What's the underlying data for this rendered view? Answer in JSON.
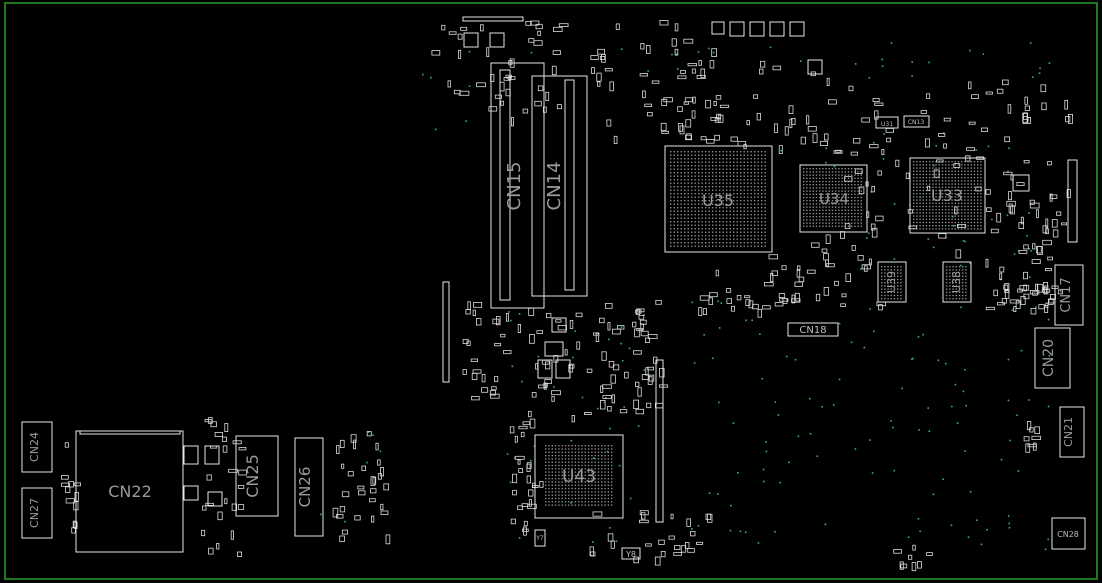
{
  "board": {
    "outline_color": "#1f7a1f",
    "part_color": "#e6e6e6",
    "via_color": "#3aa6a6"
  },
  "labels": {
    "cn15": "CN15",
    "cn14": "CN14",
    "u35": "U35",
    "u34": "U34",
    "u33": "U33",
    "u39": "U39",
    "u38": "U38",
    "cn18": "CN18",
    "cn17": "CN17",
    "cn20": "CN20",
    "cn21": "CN21",
    "cn28": "CN28",
    "cn24": "CN24",
    "cn27": "CN27",
    "cn22": "CN22",
    "cn25": "CN25",
    "cn26": "CN26",
    "u43": "U43",
    "y8": "Y8",
    "y7": "Y7",
    "u31": "U31",
    "cn13": "CN13"
  }
}
